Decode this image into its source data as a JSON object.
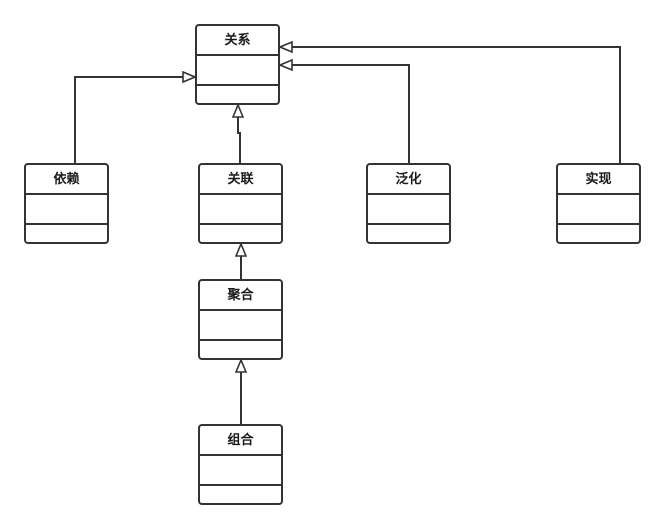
{
  "diagram": {
    "nodes": {
      "relation": {
        "name": "关系"
      },
      "dependency": {
        "name": "依赖"
      },
      "association": {
        "name": "关联"
      },
      "generalization": {
        "name": "泛化"
      },
      "realization": {
        "name": "实现"
      },
      "aggregation": {
        "name": "聚合"
      },
      "composition": {
        "name": "组合"
      }
    },
    "edges": [
      {
        "from": "dependency",
        "to": "relation",
        "arrow": "hollow-triangle"
      },
      {
        "from": "association",
        "to": "relation",
        "arrow": "hollow-triangle"
      },
      {
        "from": "generalization",
        "to": "relation",
        "arrow": "hollow-triangle"
      },
      {
        "from": "realization",
        "to": "relation",
        "arrow": "hollow-triangle"
      },
      {
        "from": "aggregation",
        "to": "association",
        "arrow": "hollow-triangle"
      },
      {
        "from": "composition",
        "to": "aggregation",
        "arrow": "hollow-triangle"
      }
    ],
    "colors": {
      "line": "#333333",
      "background": "#ffffff",
      "text": "#1a1a1a"
    }
  }
}
